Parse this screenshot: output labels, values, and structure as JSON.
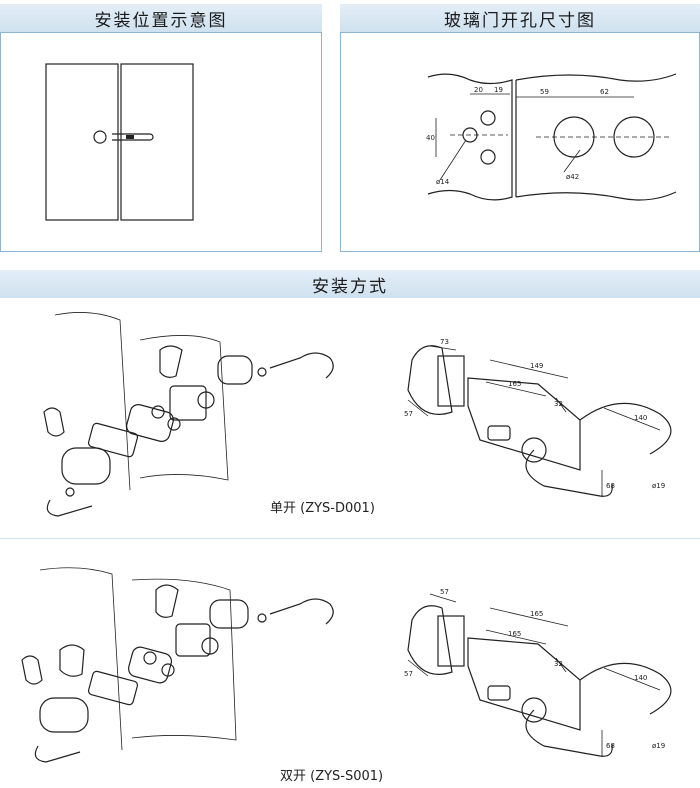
{
  "sections": {
    "position": {
      "title": "安装位置示意图"
    },
    "holes": {
      "title": "玻璃门开孔尺寸图"
    },
    "install": {
      "title": "安装方式"
    }
  },
  "hole_dims": {
    "d1": "20",
    "d2": "19",
    "d3": "59",
    "d4": "62",
    "d5": "40",
    "d6": "ø14",
    "d7": "ø42"
  },
  "single": {
    "caption": "单开 (ZYS-D001)",
    "dims": {
      "a": "73",
      "b": "149",
      "c": "165",
      "d": "32",
      "e": "57",
      "f": "140",
      "g": "68",
      "h": "ø19"
    }
  },
  "double": {
    "caption": "双开 (ZYS-S001)",
    "dims": {
      "a": "57",
      "b": "57",
      "c": "165",
      "d": "165",
      "e": "32",
      "f": "140",
      "g": "68",
      "h": "ø19"
    }
  }
}
